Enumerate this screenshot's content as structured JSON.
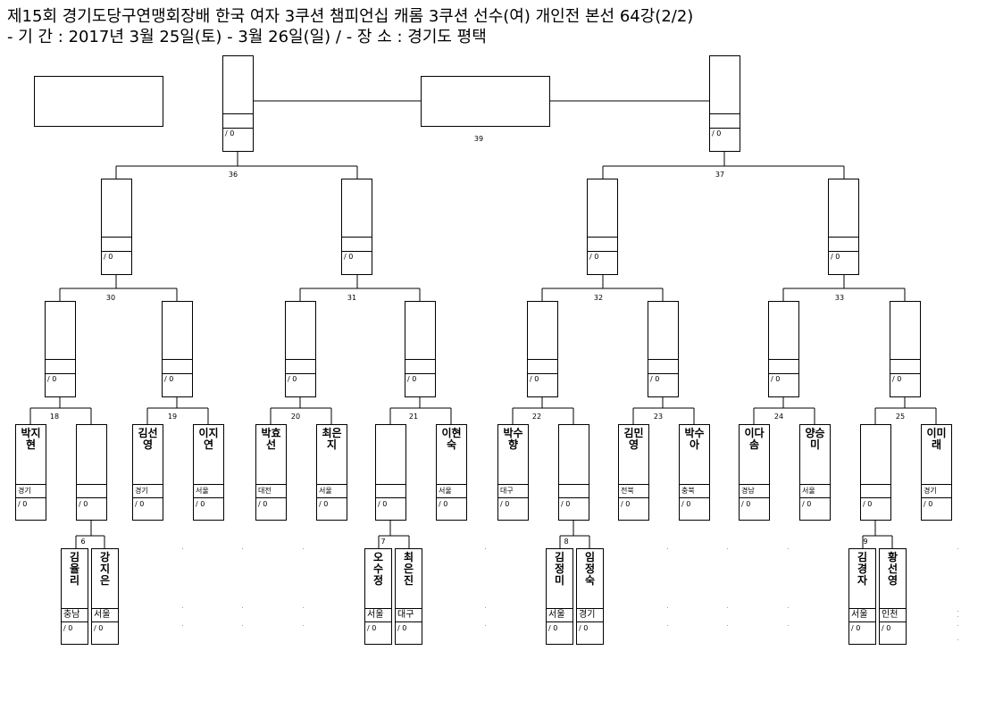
{
  "title": {
    "line1": "제15회 경기도당구연맹회장배 한국 여자 3쿠션 챔피언십 캐롬 3쿠션 선수(여) 개인전 본선 64강(2/2)",
    "line2": "- 기 간 : 2017년 3월 25일(토) - 3월 26일(일) / - 장 소 : 경기도 평택"
  },
  "score_default": "/ 0",
  "match_numbers": {
    "m6": "6",
    "m7": "7",
    "m8": "8",
    "m9": "9",
    "m18": "18",
    "m19": "19",
    "m20": "20",
    "m21": "21",
    "m22": "22",
    "m23": "23",
    "m24": "24",
    "m25": "25",
    "m30": "30",
    "m31": "31",
    "m32": "32",
    "m33": "33",
    "m36": "36",
    "m37": "37",
    "m39": "39"
  },
  "players": {
    "p18a": {
      "name": "박지현",
      "region": "경기"
    },
    "p18b": {
      "name": "",
      "region": ""
    },
    "p19a": {
      "name": "김선영",
      "region": "경기"
    },
    "p19b": {
      "name": "이지연",
      "region": "서울"
    },
    "p20a": {
      "name": "박효선",
      "region": "대전"
    },
    "p20b": {
      "name": "최은지",
      "region": "서울"
    },
    "p21a": {
      "name": "",
      "region": ""
    },
    "p21b": {
      "name": "이현숙",
      "region": "서울"
    },
    "p22a": {
      "name": "박수향",
      "region": "대구"
    },
    "p22b": {
      "name": "",
      "region": ""
    },
    "p23a": {
      "name": "김민영",
      "region": "전북"
    },
    "p23b": {
      "name": "박수아",
      "region": "충북"
    },
    "p24a": {
      "name": "이다솜",
      "region": "경남"
    },
    "p24b": {
      "name": "양승미",
      "region": "서울"
    },
    "p25a": {
      "name": "",
      "region": ""
    },
    "p25b": {
      "name": "이미래",
      "region": "경기"
    },
    "p6a": {
      "name": "김율리",
      "region": "충남"
    },
    "p6b": {
      "name": "강지은",
      "region": "서울"
    },
    "p7a": {
      "name": "오수정",
      "region": "서울"
    },
    "p7b": {
      "name": "최은진",
      "region": "대구"
    },
    "p8a": {
      "name": "김정미",
      "region": "서울"
    },
    "p8b": {
      "name": "임정숙",
      "region": "경기"
    },
    "p9a": {
      "name": "김경자",
      "region": "서울"
    },
    "p9b": {
      "name": "황선영",
      "region": "인천"
    }
  }
}
